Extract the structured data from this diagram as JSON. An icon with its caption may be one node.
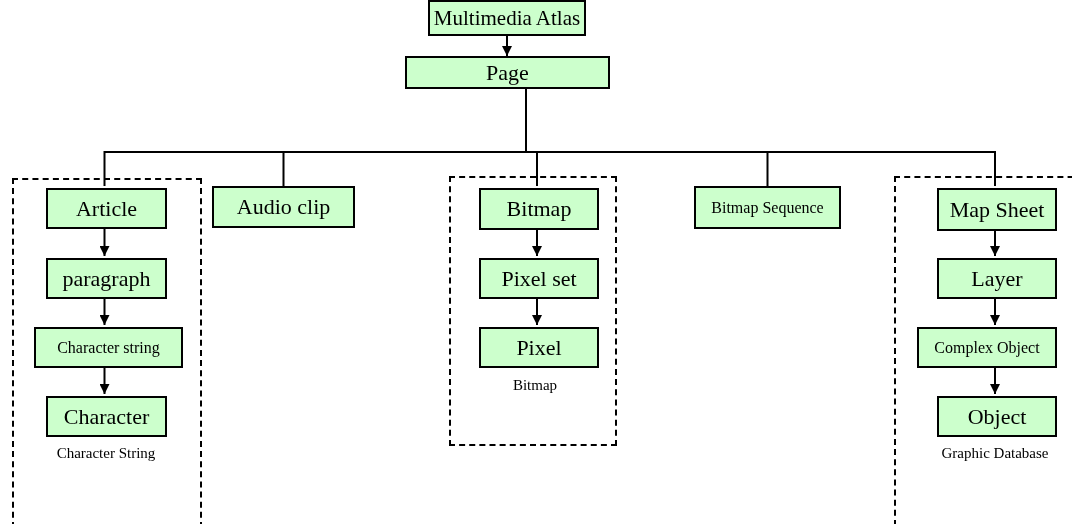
{
  "diagram": {
    "nodes": [
      {
        "text": [
          "Multimedia Atlas"
        ]
      },
      {
        "text": [
          "Page"
        ]
      },
      {
        "text": [
          "Character String"
        ]
      },
      {
        "text": [
          "Article"
        ],
        "in": 2
      },
      {
        "text": [
          "paragraph"
        ],
        "in": 2
      },
      {
        "text": [
          "Character string"
        ],
        "in": 2
      },
      {
        "text": [
          "Character"
        ],
        "in": 2
      },
      {
        "text": [
          "Audio clip"
        ]
      },
      {
        "text": [
          "Bitmap"
        ]
      },
      {
        "text": [
          "Bitmap"
        ],
        "in": 8
      },
      {
        "text": [
          "Pixel set"
        ],
        "in": 8
      },
      {
        "text": [
          "Pixel"
        ],
        "in": 8
      },
      {
        "text": [
          "Bitmap Sequence"
        ]
      },
      {
        "text": [
          "Graphic Database"
        ]
      },
      {
        "text": [
          "Map Sheet"
        ],
        "in": 13
      },
      {
        "text": [
          "Layer"
        ],
        "in": 13
      },
      {
        "text": [
          "Complex Object"
        ],
        "in": 13
      },
      {
        "text": [
          "Object"
        ],
        "in": 13
      }
    ],
    "edges": [
      {
        "from": 0,
        "to": 1,
        "arrow": "to"
      },
      {
        "from": 1,
        "to": 3,
        "arrow": "none"
      },
      {
        "from": 1,
        "to": 7,
        "arrow": "none"
      },
      {
        "from": 1,
        "to": 9,
        "arrow": "none"
      },
      {
        "from": 1,
        "to": 12,
        "arrow": "none"
      },
      {
        "from": 1,
        "to": 14,
        "arrow": "none"
      },
      {
        "from": 3,
        "to": 4,
        "arrow": "to"
      },
      {
        "from": 4,
        "to": 5,
        "arrow": "to"
      },
      {
        "from": 5,
        "to": 6,
        "arrow": "to"
      },
      {
        "from": 9,
        "to": 10,
        "arrow": "to"
      },
      {
        "from": 10,
        "to": 11,
        "arrow": "to"
      },
      {
        "from": 14,
        "to": 15,
        "arrow": "to"
      },
      {
        "from": 15,
        "to": 16,
        "arrow": "to"
      },
      {
        "from": 16,
        "to": 17,
        "arrow": "to"
      }
    ]
  }
}
